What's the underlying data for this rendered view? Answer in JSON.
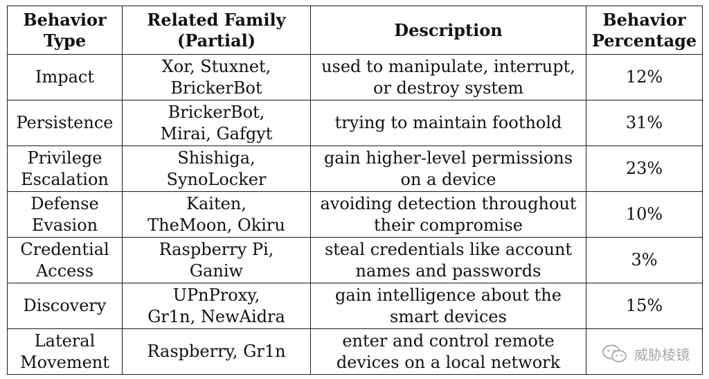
{
  "table": {
    "headers": [
      [
        "Behavior",
        "Type"
      ],
      [
        "Related Family",
        "(Partial)"
      ],
      [
        "Description"
      ],
      [
        "Behavior",
        "Percentage"
      ]
    ],
    "rows": [
      {
        "type": [
          "Impact"
        ],
        "family": [
          "Xor, Stuxnet,",
          "BrickerBot"
        ],
        "description": [
          "used to manipulate, interrupt,",
          "or destroy system"
        ],
        "percentage": "12%"
      },
      {
        "type": [
          "Persistence"
        ],
        "family": [
          "BrickerBot,",
          "Mirai, Gafgyt"
        ],
        "description": [
          "trying to maintain foothold"
        ],
        "percentage": "31%"
      },
      {
        "type": [
          "Privilege",
          "Escalation"
        ],
        "family": [
          "Shishiga,",
          "SynoLocker"
        ],
        "description": [
          "gain higher-level permissions",
          "on a device"
        ],
        "percentage": "23%"
      },
      {
        "type": [
          "Defense",
          "Evasion"
        ],
        "family": [
          "Kaiten,",
          "TheMoon, Okiru"
        ],
        "description": [
          "avoiding detection throughout",
          "their compromise"
        ],
        "percentage": "10%"
      },
      {
        "type": [
          "Credential",
          "Access"
        ],
        "family": [
          "Raspberry Pi,",
          "Ganiw"
        ],
        "description": [
          "steal credentials like account",
          "names and passwords"
        ],
        "percentage": "3%"
      },
      {
        "type": [
          "Discovery"
        ],
        "family": [
          "UPnProxy,",
          "Gr1n, NewAidra"
        ],
        "description": [
          "gain intelligence about the",
          "smart devices"
        ],
        "percentage": "15%"
      },
      {
        "type": [
          "Lateral",
          "Movement"
        ],
        "family": [
          "Raspberry, Gr1n"
        ],
        "description": [
          "enter and control remote",
          "devices on a local network"
        ],
        "percentage": ""
      }
    ]
  },
  "watermark": {
    "text": "威胁棱镜",
    "icon": "wechat-icon"
  }
}
